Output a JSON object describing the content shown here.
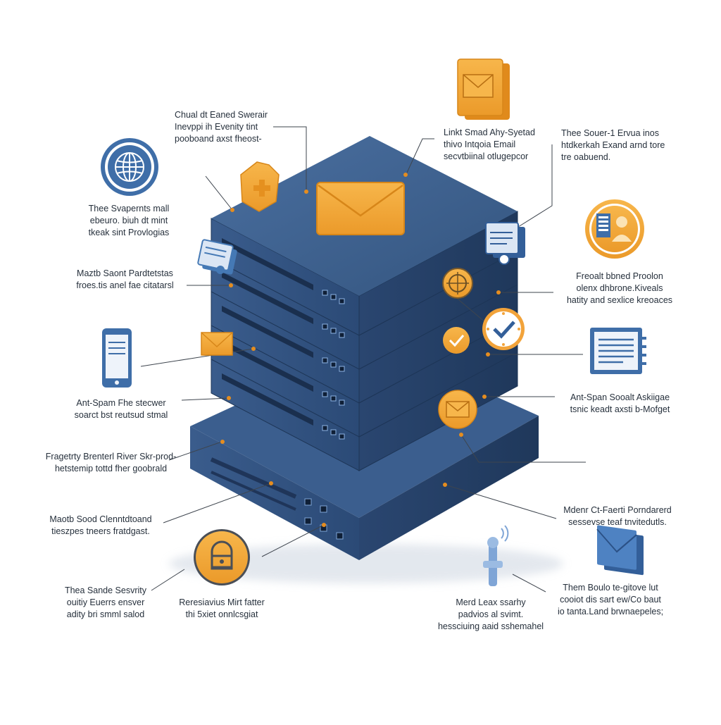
{
  "palette": {
    "server_top": "#3f6391",
    "server_front": "#2f4f7b",
    "server_side": "#23406a",
    "accent_orange": "#f2a33a",
    "accent_blue": "#3f6ea8",
    "line": "#4a4f57"
  },
  "icons": [
    "globe-icon",
    "shield-puzzle-icon",
    "email-card-icon",
    "email-envelope-icon",
    "document-folder-icon",
    "scan-shield-icon",
    "person-server-icon",
    "clock-check-icon",
    "check-badge-icon",
    "newsletter-icon",
    "mail-badge-icon",
    "stacked-mail-icon",
    "phone-icon",
    "small-envelope-icon",
    "lock-badge-icon",
    "antenna-icon"
  ],
  "labels": {
    "top_left": [
      "Chual dt Eaned Swerair",
      "Inevppi ih Evenity tint",
      "pooboand axst fheost-"
    ],
    "top_mid": [
      "Linkt Smad Ahy-Syetad",
      "thivo Intqoia Email",
      "secvtbiinal otlugepcor"
    ],
    "top_right": [
      "Thee Souer-1 Ervua inos",
      "htdkerkah Exand arnd tore",
      "tre oabuend."
    ],
    "left_1": [
      "Thee Svapernts mall",
      "ebeuro. biuh dt mint",
      "tkeak sint Provlogias"
    ],
    "left_2": [
      "Maztb Saont Pardtetstas",
      "froes.tis anel fae citatarsl"
    ],
    "right_1": [
      "Freoalt bbned Proolon",
      "olenx dhbrone.Kiveals",
      "hatity and sexlice kreoaces"
    ],
    "left_3": [
      "Ant-Spam Fhe stecwer",
      "soarct bst reutsud stmal"
    ],
    "right_2": [
      "Ant-Span Sooalt Askiigae",
      "tsnic keadt axsti b-Mofget"
    ],
    "left_4": [
      "Fragetrty Brenterl River Skr-prod-",
      "hetstemip tottd fher goobrald"
    ],
    "left_5": [
      "Maotb Sood Clenntdtoand",
      "tieszpes tneers fratdgast."
    ],
    "right_3": [
      "Mdenr Ct-Faerti Porndarerd",
      "sessevse teaf tnvitedutls."
    ],
    "bottom_left": [
      "Thea Sande Sesvrity",
      "ouitiy Euerrs ensver",
      "adity bri smml salod"
    ],
    "bottom_left2": [
      "Reresiavius Mirt fatter",
      "thi 5xiet onnlcsgiat"
    ],
    "bottom_mid": [
      "Merd Leax ssarhy",
      "padvios al svimt.",
      "hessciuing aaid sshemahel"
    ],
    "bottom_right": [
      "Them Boulo te-gitove lut",
      "cooiot dis sart ew/Co baut",
      "io tanta.Land brwnaepeles;"
    ]
  }
}
